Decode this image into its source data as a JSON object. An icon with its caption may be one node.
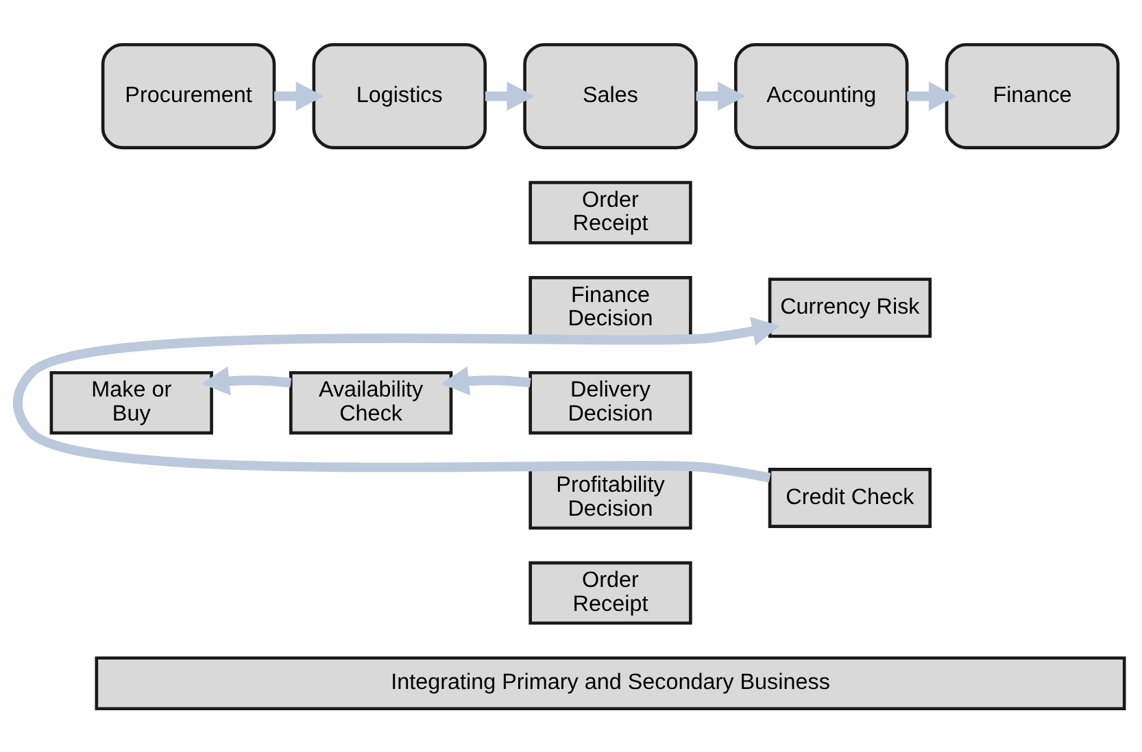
{
  "diagram": {
    "nodes": [
      {
        "text": [
          "Procurement"
        ]
      },
      {
        "text": [
          "Logistics"
        ]
      },
      {
        "text": [
          "Sales"
        ]
      },
      {
        "text": [
          "Accounting"
        ]
      },
      {
        "text": [
          "Finance"
        ]
      },
      {
        "text": [
          "Order Receipt"
        ]
      },
      {
        "text": [
          "Finance Decision"
        ]
      },
      {
        "text": [
          "Currency Risk"
        ]
      },
      {
        "text": [
          "Make or Buy"
        ]
      },
      {
        "text": [
          "Availability Check"
        ]
      },
      {
        "text": [
          "Delivery Decision"
        ]
      },
      {
        "text": [
          "Profitability Decision"
        ]
      },
      {
        "text": [
          "Credit Check"
        ]
      },
      {
        "text": [
          "Order Receipt"
        ]
      },
      {
        "text": [
          "Integrating Primary and Secondary Business"
        ]
      }
    ],
    "edges": [
      {
        "from": 0,
        "to": 1,
        "arrow": "to"
      },
      {
        "from": 1,
        "to": 2,
        "arrow": "to"
      },
      {
        "from": 2,
        "to": 3,
        "arrow": "to"
      },
      {
        "from": 3,
        "to": 4,
        "arrow": "to"
      },
      {
        "from": 10,
        "to": 9,
        "arrow": "to"
      },
      {
        "from": 9,
        "to": 8,
        "arrow": "to"
      },
      {
        "from": 12,
        "to": 7,
        "arrow": "to"
      }
    ]
  }
}
